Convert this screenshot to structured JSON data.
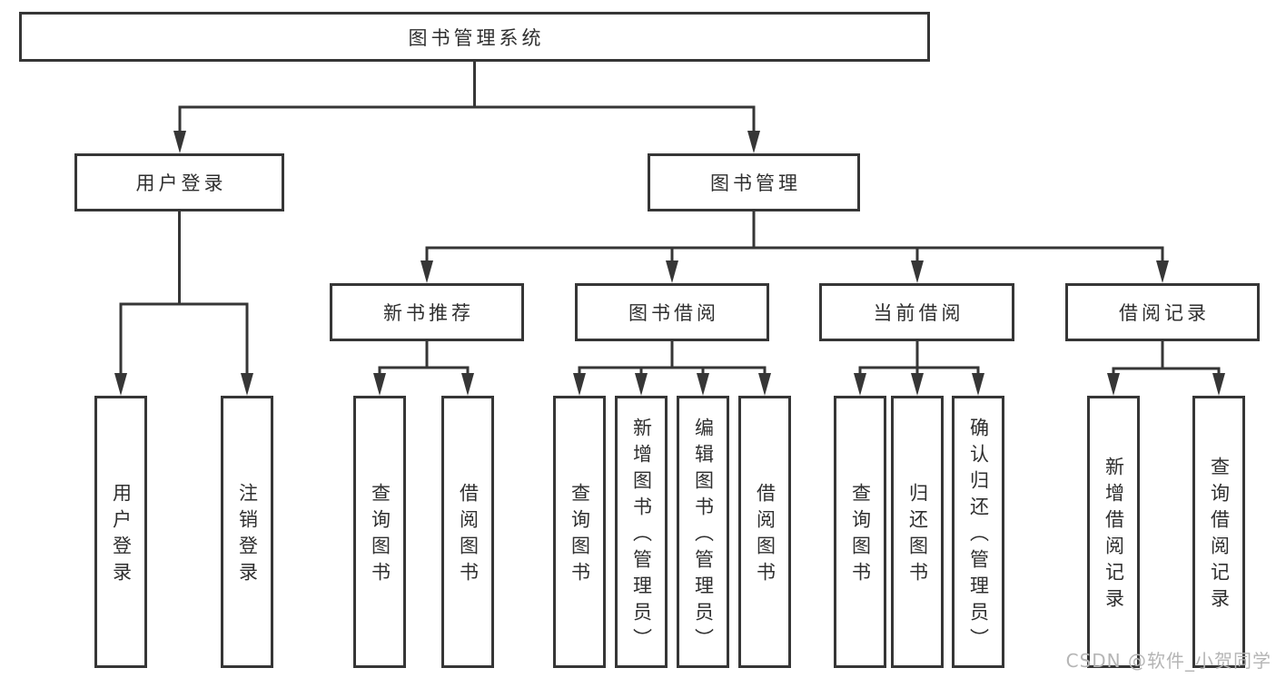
{
  "colors": {
    "line": "#363636",
    "text": "#2f2f2f",
    "box_background": "#ffffff",
    "watermark": "#b5b5b5",
    "page_background": "#ffffff"
  },
  "tree": {
    "root": {
      "label": "图书管理系统"
    },
    "branches": [
      {
        "label": "用户登录",
        "children": [
          {
            "label": "用户登录"
          },
          {
            "label": "注销登录"
          }
        ]
      },
      {
        "label": "图书管理",
        "children": [
          {
            "label": "新书推荐",
            "children": [
              {
                "label": "查询图书"
              },
              {
                "label": "借阅图书"
              }
            ]
          },
          {
            "label": "图书借阅",
            "children": [
              {
                "label": "查询图书"
              },
              {
                "label": "新增图书（管理员）"
              },
              {
                "label": "编辑图书（管理员）"
              },
              {
                "label": "借阅图书"
              }
            ]
          },
          {
            "label": "当前借阅",
            "children": [
              {
                "label": "查询图书"
              },
              {
                "label": "归还图书"
              },
              {
                "label": "确认归还（管理员）"
              }
            ]
          },
          {
            "label": "借阅记录",
            "children": [
              {
                "label": "新增借阅记录"
              },
              {
                "label": "查询借阅记录"
              }
            ]
          }
        ]
      }
    ]
  },
  "watermark": {
    "text": "CSDN @软件_小贺同学"
  }
}
